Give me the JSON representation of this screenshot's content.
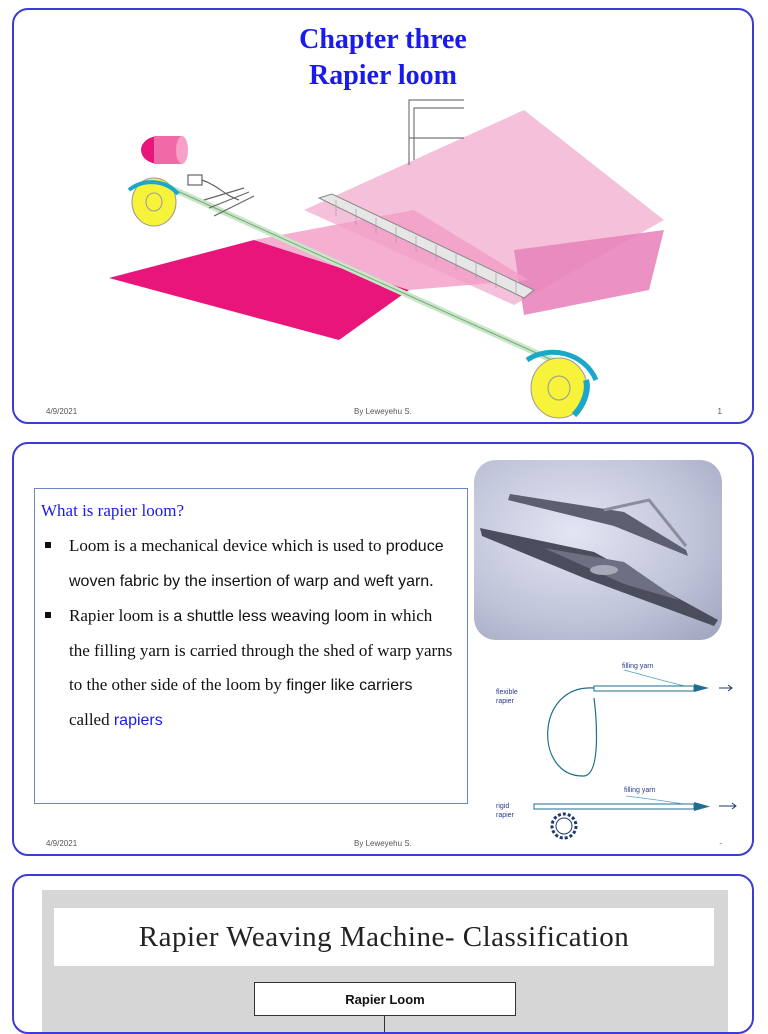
{
  "slide1": {
    "title_line1": "Chapter three",
    "title_line2": "Rapier loom",
    "footer_date": "4/9/2021",
    "footer_author": "By Leweyehu S.",
    "footer_page": "1"
  },
  "slide2": {
    "question": "What is rapier loom?",
    "bullet1": {
      "t1": "Loom is a mechanical device which is used to ",
      "hl": "produce woven fabric by the insertion of warp and weft yarn",
      "t2": "."
    },
    "bullet2": {
      "t1": "Rapier loom is ",
      "hl1": "a shuttle less weaving loom",
      "t2": " in which the filling yarn is carried through the shed of warp yarns to the other side of the loom by ",
      "hl2": "finger like carriers",
      "t3": " called ",
      "hl3": "rapiers"
    },
    "diagram": {
      "filling_yarn_top": "filling yarn",
      "flexible_label1": "flexible",
      "flexible_label2": "rapier",
      "filling_yarn_bottom": "filling yarn",
      "rigid_label1": "rigid",
      "rigid_label2": "rapier"
    },
    "footer_date": "4/9/2021",
    "footer_author": "By Leweyehu S.",
    "footer_page": "-"
  },
  "slide3": {
    "banner_title": "Rapier Weaving Machine-  Classification",
    "box_label": "Rapier Loom"
  },
  "colors": {
    "slide_border": "#3b3bd6",
    "title_blue": "#1a1aee",
    "fabric_magenta": "#e8157a",
    "fabric_pink": "#f0a8cc",
    "roll_yellow": "#f7f23a",
    "arrow_teal": "#1aa7c9"
  }
}
